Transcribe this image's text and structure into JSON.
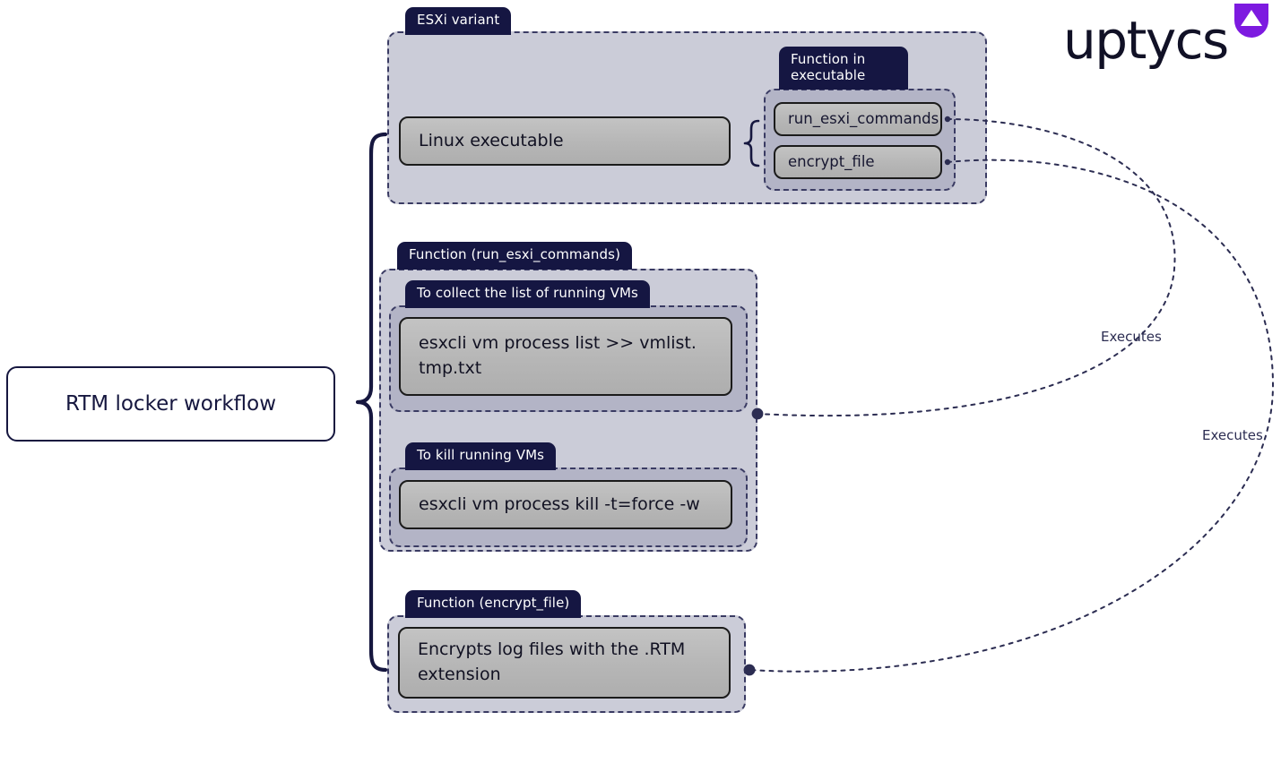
{
  "logo": {
    "word": "uptycs",
    "mark_name": "uptycs-triangle-mark",
    "word_color": "#111126",
    "mark_color": "#7d1ae0"
  },
  "root": {
    "label": "RTM locker workflow"
  },
  "colors": {
    "tab_navy": "#151642",
    "group_outer_fill": "#cbccd8",
    "group_inner_fill": "#b3b4c6",
    "box_fill": "#bdbdbd",
    "box_border": "#1b1b1b",
    "dash_border": "#3a3b63",
    "connector": "#2c2d52"
  },
  "sections": {
    "esxi_variant": {
      "tab_label": "ESXi variant",
      "executable_box": "Linux executable",
      "functions_group": {
        "tab_label": "Function in\nexecutable",
        "items": [
          {
            "label": "run_esxi_commands"
          },
          {
            "label": "encrypt_file"
          }
        ]
      }
    },
    "run_esxi_commands": {
      "tab_label": "Function (run_esxi_commands)",
      "subsections": [
        {
          "tab_label": "To collect the list of running VMs",
          "command": "esxcli vm process list >> vmlist. tmp.txt"
        },
        {
          "tab_label": "To kill running VMs",
          "command": "esxcli vm process kill -t=force -w"
        }
      ]
    },
    "encrypt_file": {
      "tab_label": "Function (encrypt_file)",
      "description": "Encrypts log files with the .RTM extension"
    }
  },
  "connectors": [
    {
      "label": "Executes",
      "from": "run_esxi_commands",
      "to": "run_esxi_commands_section"
    },
    {
      "label": "Executes",
      "from": "encrypt_file",
      "to": "encrypt_file_section"
    }
  ]
}
